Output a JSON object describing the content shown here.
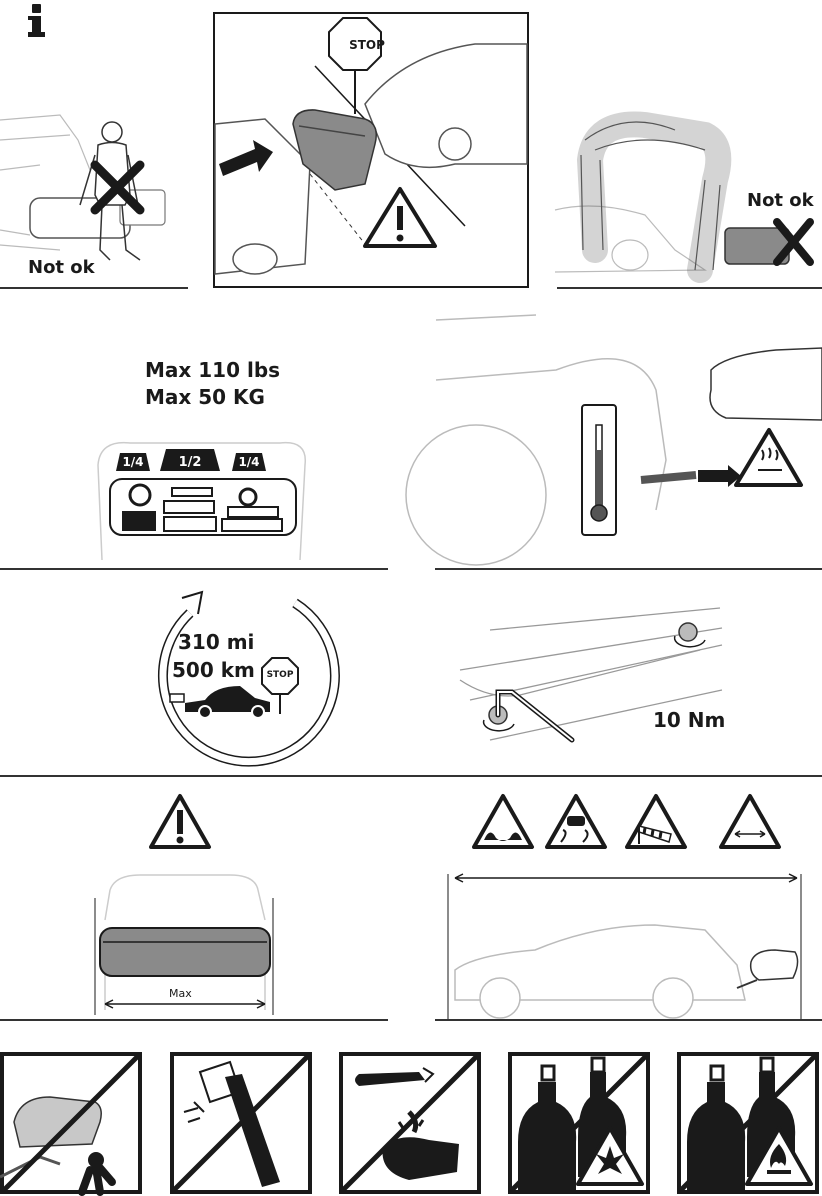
{
  "info_icon": "info-icon",
  "row1": {
    "left_label": "Not ok",
    "center_sign": "STOP",
    "right_label": "Not ok"
  },
  "row2": {
    "max_lbs": "Max 110 lbs",
    "max_kg": "Max 50 KG",
    "weight_left": "1/4",
    "weight_center": "1/2",
    "weight_right": "1/4"
  },
  "row3": {
    "distance_mi": "310 mi",
    "distance_km": "500 km",
    "stop_sign": "STOP",
    "torque": "10 Nm"
  },
  "row4": {
    "width_label": "Max"
  },
  "colors": {
    "ink": "#1a1a1a",
    "grey_fill": "#8a8a8a",
    "light_grey": "#c8c8c8",
    "line_grey": "#bdbdbd"
  }
}
